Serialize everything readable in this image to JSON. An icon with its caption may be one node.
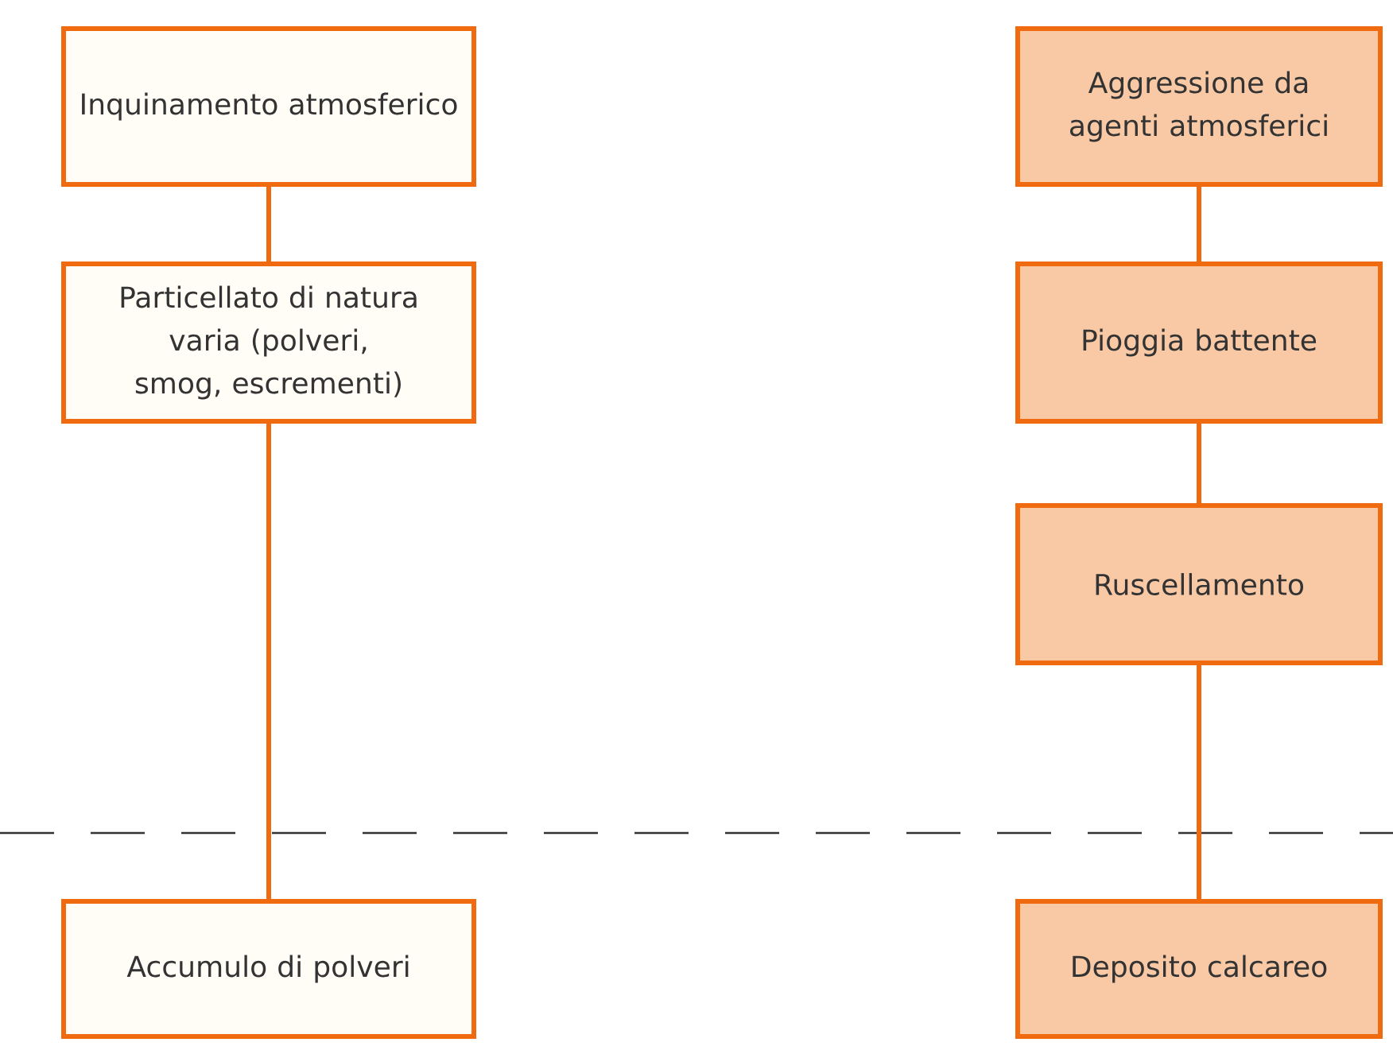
{
  "diagram": {
    "nodes": [
      {
        "text": [
          "Inquinamento atmosferico"
        ]
      },
      {
        "text": [
          "Particellato di natura varia (polveri, smog, escrementi)"
        ]
      },
      {
        "text": [
          "Accumulo di polveri"
        ]
      },
      {
        "text": [
          "Aggressione da agenti atmosferici"
        ]
      },
      {
        "text": [
          "Pioggia battente"
        ]
      },
      {
        "text": [
          "Ruscellamento"
        ]
      },
      {
        "text": [
          "Deposito calcareo"
        ]
      }
    ],
    "edges": [
      {
        "from": 0,
        "to": 1,
        "arrow": "none"
      },
      {
        "from": 1,
        "to": 2,
        "arrow": "none"
      },
      {
        "from": 3,
        "to": 4,
        "arrow": "none"
      },
      {
        "from": 4,
        "to": 5,
        "arrow": "none"
      },
      {
        "from": 5,
        "to": 6,
        "arrow": "none"
      }
    ]
  }
}
